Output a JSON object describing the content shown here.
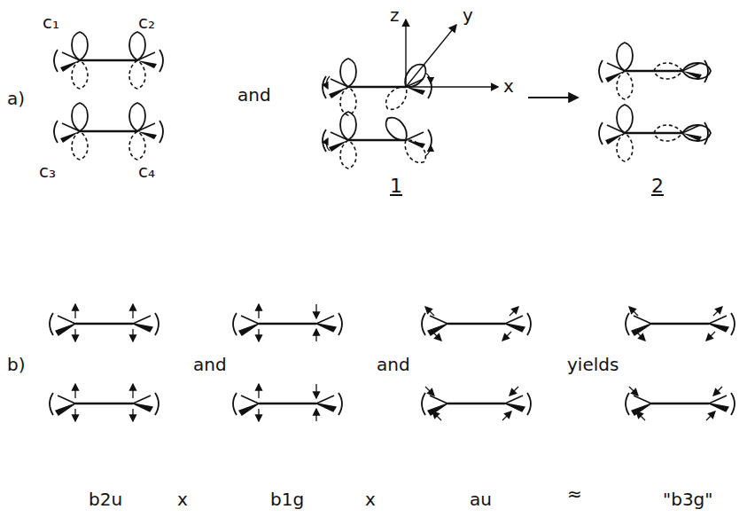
{
  "diagram": {
    "labels": [
      "a)",
      "c₁",
      "c₂",
      "c₃",
      "c₄",
      "and",
      "z",
      "y",
      "x",
      "1",
      "2",
      "b)",
      "and",
      "and",
      "yields",
      "b2u",
      "x",
      "b1g",
      "x",
      "au",
      "≈",
      "\"b3g\""
    ]
  }
}
